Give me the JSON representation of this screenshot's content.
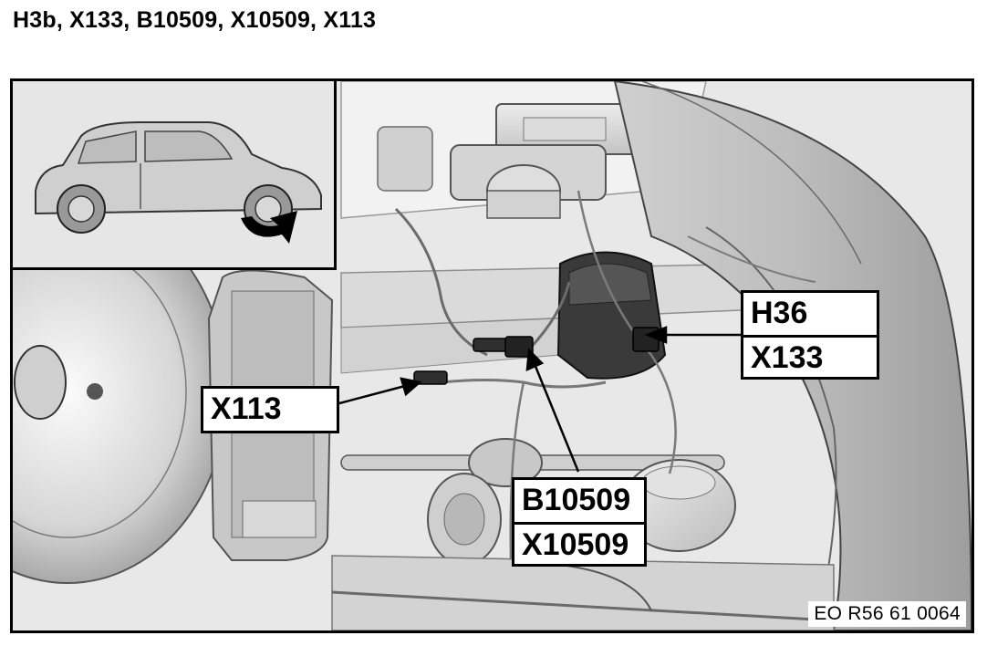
{
  "header": {
    "title": "H3b, X133, B10509, X10509, X113"
  },
  "diagram": {
    "labels": {
      "h36": "H36",
      "x133": "X133",
      "x113": "X113",
      "b10509": "B10509",
      "x10509": "X10509"
    },
    "reference_code": "EO R56 61 0064",
    "inset_icon": "car-side-front-wheel-arrow-icon"
  }
}
